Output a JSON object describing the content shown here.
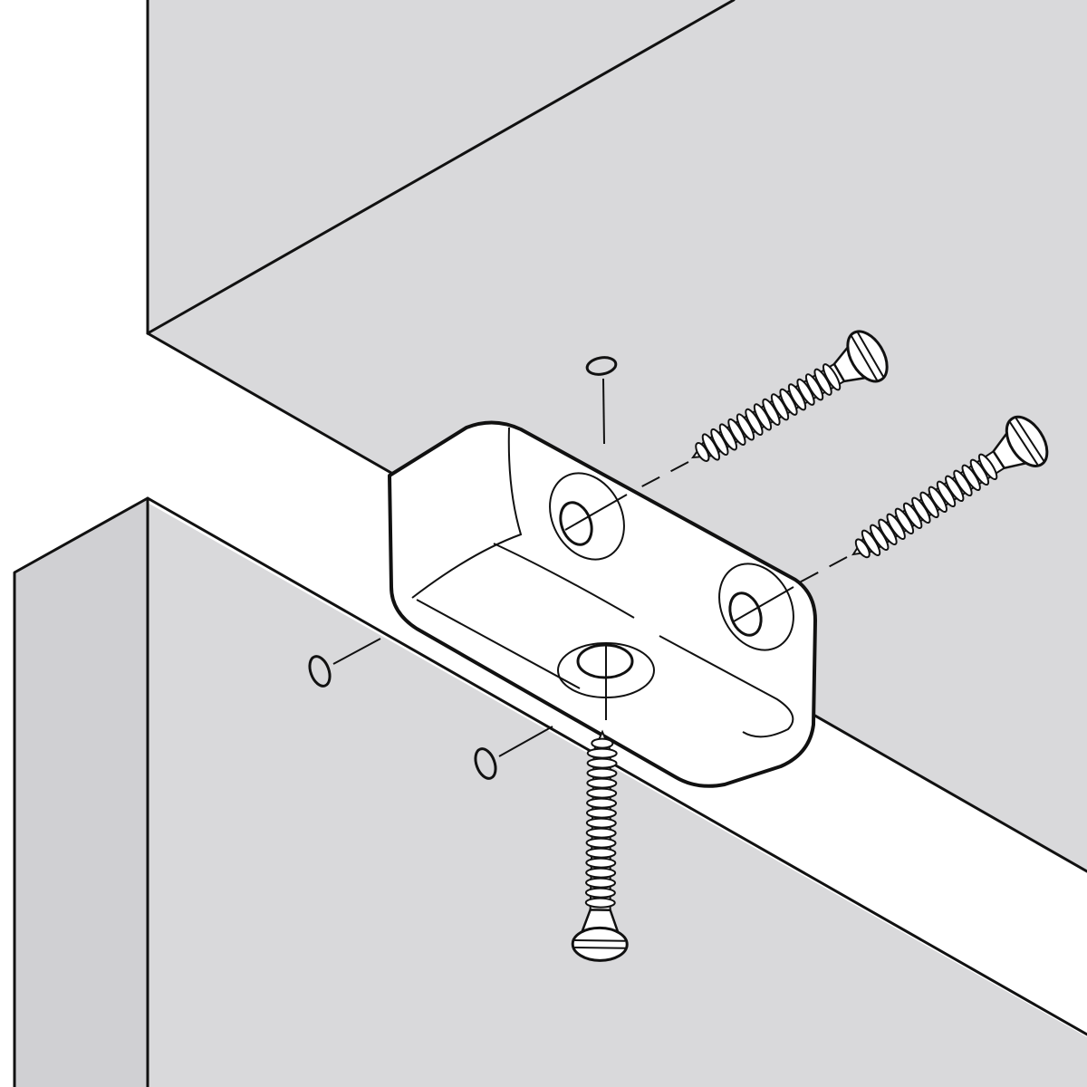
{
  "diagram": {
    "subject": "bracket-assembly-illustration",
    "colors": {
      "panel_face": "#d9d9db",
      "panel_side": "#d0d0d3",
      "line": "#111111",
      "part": "#ffffff"
    },
    "parts": [
      "upper-panel",
      "lower-panel",
      "connector-bracket",
      "wood-screw",
      "wood-screw",
      "wood-screw"
    ]
  }
}
